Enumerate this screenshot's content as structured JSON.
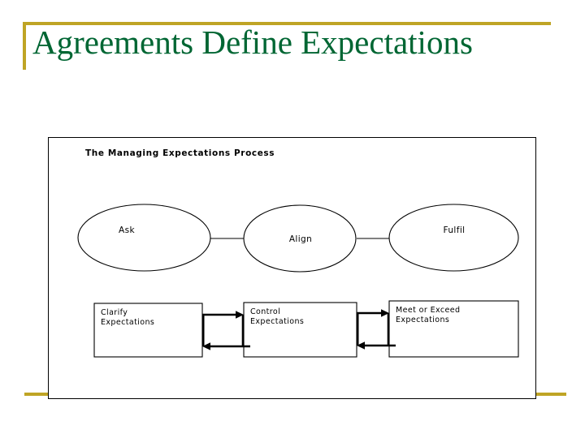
{
  "slide": {
    "title": "Agreements Define Expectations",
    "title_color": "#006633",
    "accent_color": "#bfa425",
    "background_color": "#ffffff"
  },
  "diagram": {
    "heading": "The Managing Expectations Process",
    "stages": [
      {
        "id": "ask",
        "label": "Ask"
      },
      {
        "id": "align",
        "label": "Align"
      },
      {
        "id": "fulfil",
        "label": "Fulfil"
      }
    ],
    "actions": [
      {
        "id": "clarify",
        "line1": "Clarify",
        "line2": "Expectations"
      },
      {
        "id": "control",
        "line1": "Control",
        "line2": "Expectations"
      },
      {
        "id": "meet",
        "line1": "Meet or Exceed",
        "line2": "Expectations"
      }
    ],
    "connector_count": 2,
    "arrow_pairs": 2
  }
}
